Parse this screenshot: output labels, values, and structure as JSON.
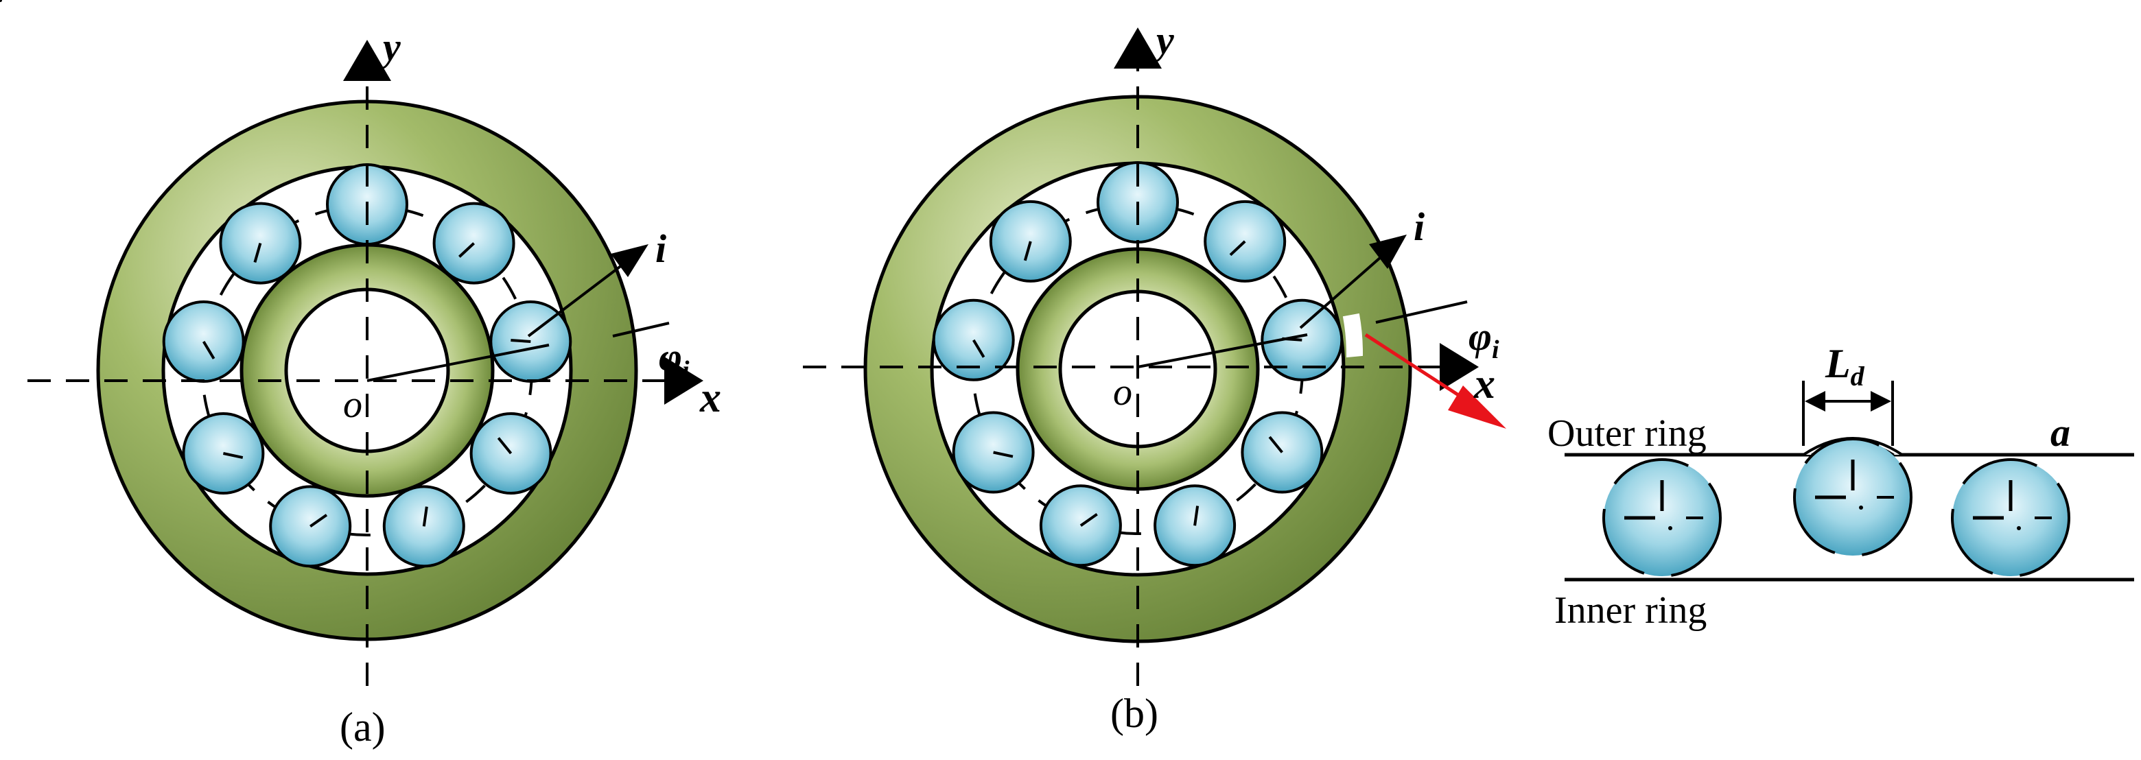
{
  "panels": {
    "a": {
      "caption": "(a)",
      "axis_x": "x",
      "axis_y": "y",
      "origin": "o",
      "direction": "i",
      "angle": "φ",
      "angle_sub": "i"
    },
    "b": {
      "caption": "(b)",
      "axis_x": "x",
      "axis_y": "y",
      "origin": "o",
      "direction": "i",
      "angle": "φ",
      "angle_sub": "i"
    },
    "detail": {
      "outer_ring": "Outer ring",
      "inner_ring": "Inner ring",
      "defect_length": "L",
      "defect_length_sub": "d",
      "label_a": "a"
    }
  },
  "colors": {
    "ring_green": "#b9cb8c",
    "ring_green_dark": "#6f8b3c",
    "ball_blue": "#8ecde0",
    "ball_blue_light": "#d8f0f8",
    "ball_blue_dark": "#56aec8",
    "defect_arrow": "#e8141b"
  }
}
